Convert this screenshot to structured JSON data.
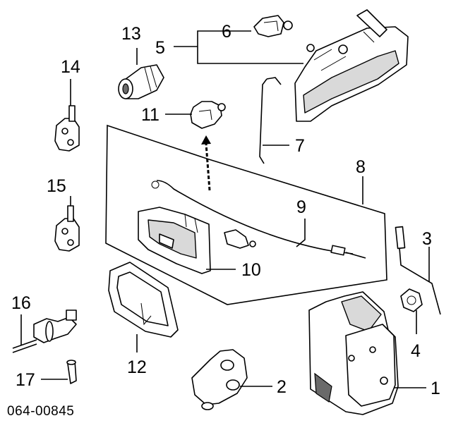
{
  "diagram_code": "064-00845",
  "callouts": {
    "c1": "1",
    "c2": "2",
    "c3": "3",
    "c4": "4",
    "c5": "5",
    "c6": "6",
    "c7": "7",
    "c8": "8",
    "c9": "9",
    "c10": "10",
    "c11": "11",
    "c12": "12",
    "c13": "13",
    "c14": "14",
    "c15": "15",
    "c16": "16",
    "c17": "17"
  }
}
